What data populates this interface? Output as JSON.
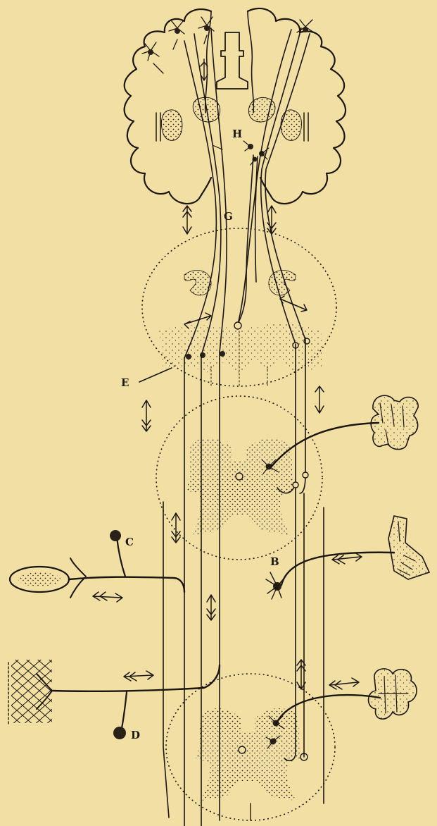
{
  "figure": {
    "labels": {
      "B": "B",
      "C": "C",
      "D": "D",
      "E": "E",
      "G": "G",
      "H": "H"
    }
  }
}
